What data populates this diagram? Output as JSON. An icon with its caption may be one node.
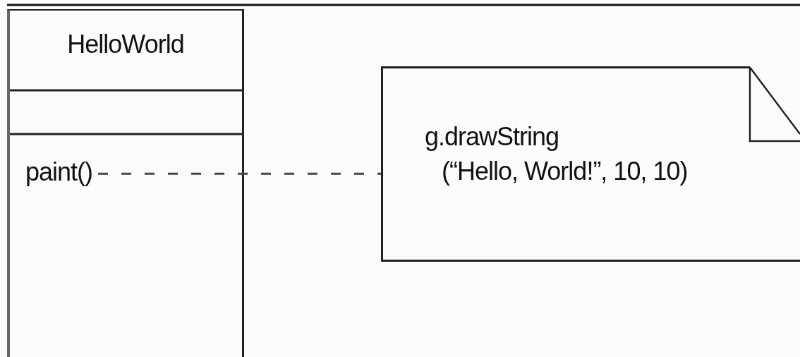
{
  "diagram": {
    "nodes": [
      {
        "text": [
          "HelloWorld"
        ]
      },
      {
        "text": [
          "paint()"
        ],
        "in": 0
      },
      {
        "text": [
          "g.drawString (“Hello, World!”, 10, 10)"
        ]
      }
    ],
    "edges": [
      {
        "from": 1,
        "to": 2,
        "arrow": "none",
        "style": "dashed"
      }
    ]
  }
}
